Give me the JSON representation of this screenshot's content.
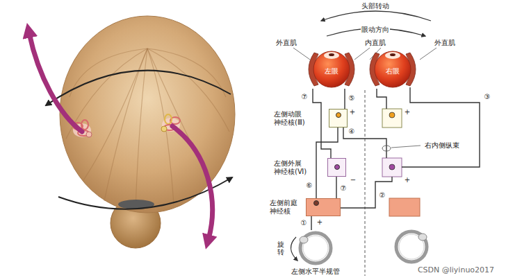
{
  "diagram": {
    "nodes": [
      {
        "text": [
          "左眼"
        ]
      },
      {
        "text": [
          "右眼"
        ]
      },
      {
        "text": [
          "左侧动眼神经核(Ⅲ)"
        ]
      },
      {
        "text": [
          "左侧外展神经核(Ⅵ)"
        ]
      },
      {
        "text": [
          "左侧前庭神经核"
        ]
      },
      {
        "text": [
          "左侧水平半规管"
        ]
      }
    ],
    "edges": [
      {
        "from": 5,
        "to": 4,
        "arrow": "none"
      },
      {
        "from": 4,
        "to": 3,
        "arrow": "none"
      },
      {
        "from": 4,
        "to": 2,
        "arrow": "none"
      },
      {
        "from": 3,
        "to": 0,
        "arrow": "none"
      },
      {
        "from": 2,
        "to": 0,
        "arrow": "none"
      }
    ],
    "labels": [
      "头部转动",
      "眼动方向",
      "外直肌",
      "内直肌",
      "外直肌",
      "⑦",
      "⑤",
      "③",
      "+",
      "+",
      "④",
      "右内侧纵束",
      "−",
      "+",
      "⑥",
      "⑦",
      "②",
      "+",
      "①",
      "旋转",
      "CSDN @liyinuo2017"
    ]
  }
}
